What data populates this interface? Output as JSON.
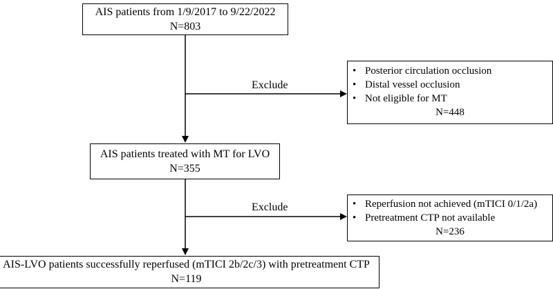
{
  "flowchart": {
    "step1": {
      "title": "AIS patients from 1/9/2017 to 9/22/2022",
      "count": "N=803"
    },
    "exclusion1": {
      "label": "Exclude",
      "reasons": [
        "Posterior circulation occlusion",
        "Distal vessel occlusion",
        "Not eligible for MT"
      ],
      "count": "N=448"
    },
    "step2": {
      "title": "AIS patients treated with MT for LVO",
      "count": "N=355"
    },
    "exclusion2": {
      "label": "Exclude",
      "reasons": [
        "Reperfusion not achieved (mTICI 0/1/2a)",
        "Pretreatment CTP not available"
      ],
      "count": "N=236"
    },
    "step3": {
      "title": "AIS-LVO patients successfully reperfused (mTICI 2b/2c/3) with pretreatment CTP",
      "count": "N=119"
    }
  }
}
